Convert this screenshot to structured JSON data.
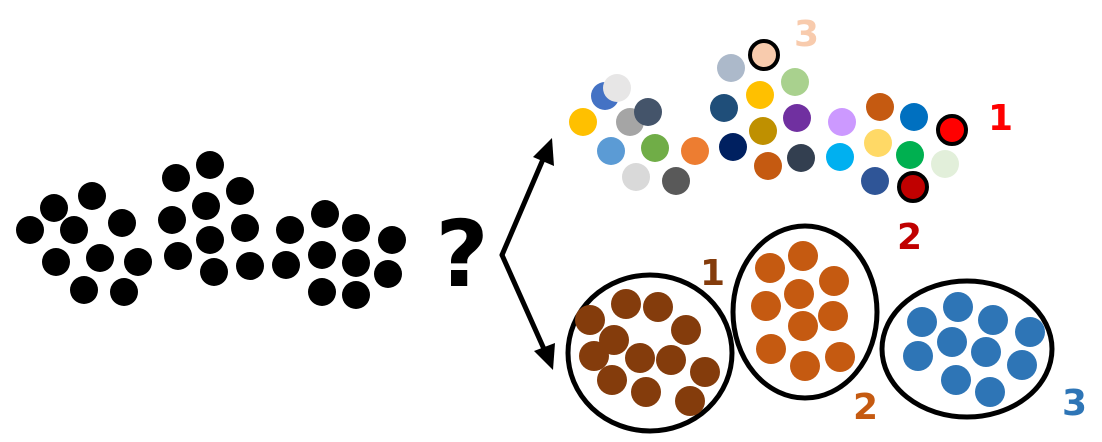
{
  "question_mark": "?",
  "colors": {
    "black": "#000000",
    "brown": "#843c0c",
    "orange": "#c55a11",
    "blue": "#2e75b6",
    "red": "#ff0000",
    "dark_red": "#c00000",
    "peach": "#f8cbad"
  },
  "top_labels": [
    {
      "text": "1",
      "color": "#ff0000"
    },
    {
      "text": "2",
      "color": "#c00000"
    },
    {
      "text": "3",
      "color": "#f8cbad"
    }
  ],
  "cluster_labels": [
    {
      "text": "1",
      "color": "#843c0c"
    },
    {
      "text": "2",
      "color": "#c55a11"
    },
    {
      "text": "3",
      "color": "#2e75b6"
    }
  ],
  "scatter_colors": [
    "#ffc000",
    "#4472c4",
    "#e7e6e6",
    "#a5a5a5",
    "#44546a",
    "#5b9bd5",
    "#70ad47",
    "#d9d9d9",
    "#595959",
    "#ed7d31",
    "#acb9ca",
    "#1f4e79",
    "#ffc000",
    "#a9d18e",
    "#002060",
    "#bf9000",
    "#7030a0",
    "#c55a11",
    "#333f50",
    "#cc99ff",
    "#00b0f0",
    "#c55a11",
    "#0070c0",
    "#ffd966",
    "#00b050",
    "#2f5597",
    "#e2efda"
  ]
}
